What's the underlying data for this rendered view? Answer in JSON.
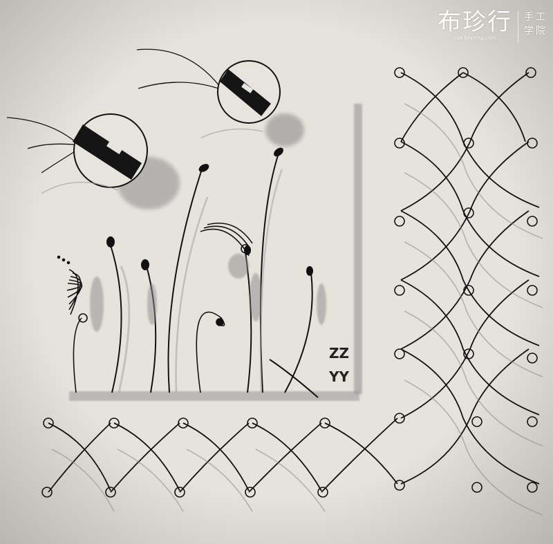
{
  "artwork": {
    "subject": "zentangle-ink-drawing",
    "colors": {
      "paper": "#e4e1db",
      "ink": "#111111",
      "graphite": "#8a8a8a",
      "shadow": "#9c9c9c"
    },
    "icons": [
      "balloon-icon",
      "sprout-icon",
      "curl-icon",
      "swirl-icon"
    ]
  },
  "signature": {
    "lines": [
      "ZZ",
      "YY"
    ]
  },
  "watermark": {
    "logo": "布珍行",
    "url": "xue.bluxing.com",
    "side": [
      "手工",
      "学院"
    ]
  }
}
